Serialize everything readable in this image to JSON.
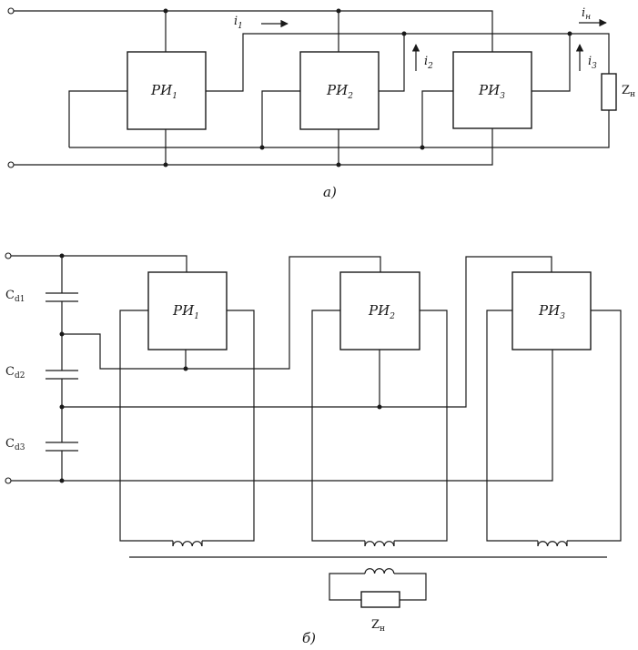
{
  "diagram_a": {
    "caption": "а)",
    "blocks": [
      {
        "name": "РИ",
        "sub": "1"
      },
      {
        "name": "РИ",
        "sub": "2"
      },
      {
        "name": "РИ",
        "sub": "3"
      }
    ],
    "currents": [
      {
        "name": "i",
        "sub": "1"
      },
      {
        "name": "i",
        "sub": "2"
      },
      {
        "name": "i",
        "sub": "3"
      },
      {
        "name": "i",
        "sub": "н"
      }
    ],
    "load": {
      "name": "Z",
      "sub": "н"
    }
  },
  "diagram_b": {
    "caption": "б)",
    "blocks": [
      {
        "name": "РИ",
        "sub": "1"
      },
      {
        "name": "РИ",
        "sub": "2"
      },
      {
        "name": "РИ",
        "sub": "3"
      }
    ],
    "capacitors": [
      {
        "name": "C",
        "sub": "d1"
      },
      {
        "name": "C",
        "sub": "d2"
      },
      {
        "name": "C",
        "sub": "d3"
      }
    ],
    "load": {
      "name": "Z",
      "sub": "н"
    }
  }
}
